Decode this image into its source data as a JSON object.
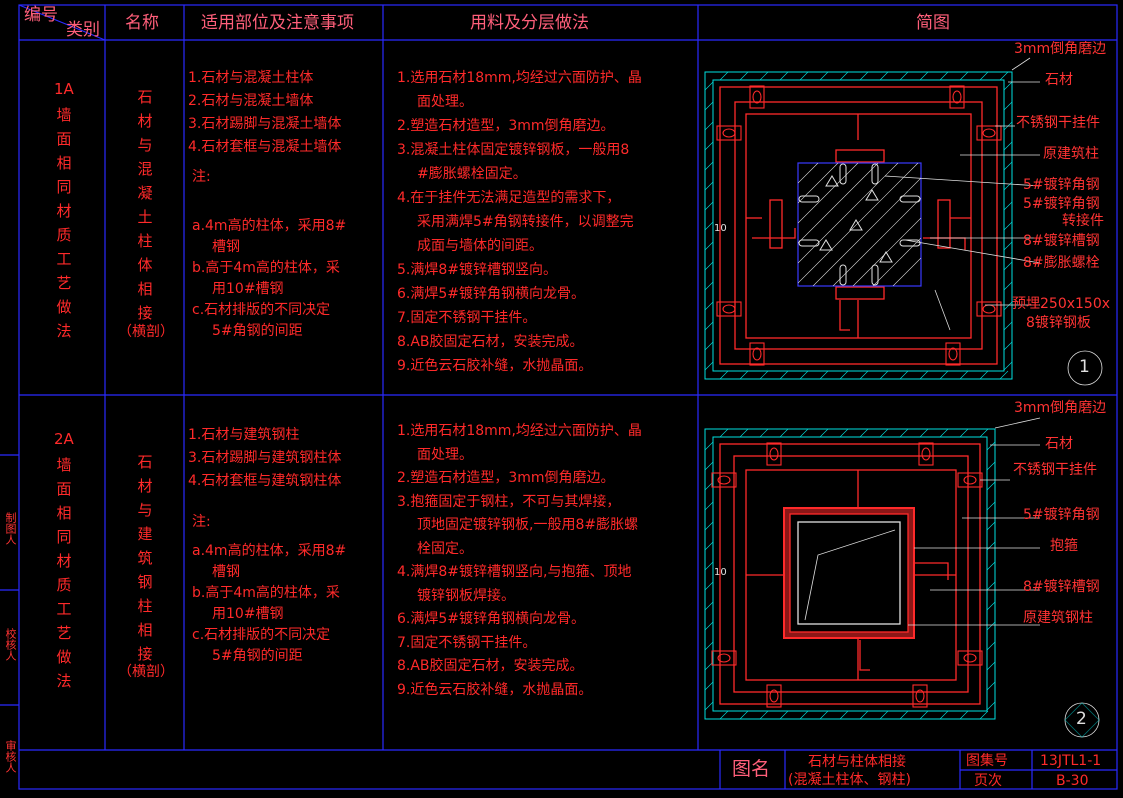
{
  "header": {
    "code_top": "编号",
    "code_bottom": "类别",
    "name": "名称",
    "scope": "适用部位及注意事项",
    "method": "用料及分层做法",
    "sketch": "简图"
  },
  "rows": [
    {
      "code": "1A",
      "category": [
        "墙",
        "面",
        "相",
        "同",
        "材",
        "质",
        "工",
        "艺",
        "做",
        "法"
      ],
      "name": [
        "石",
        "材",
        "与",
        "混",
        "凝",
        "土",
        "柱",
        "体",
        "相",
        "接"
      ],
      "name_note": "（横剖）",
      "scope": [
        "1.石材与混凝土柱体",
        "2.石材与混凝土墙体",
        "3.石材踢脚与混凝土墙体",
        "4.石材套框与混凝土墙体"
      ],
      "note_label": "注:",
      "notes": [
        "a.4m高的柱体，采用8#",
        "槽钢",
        "b.高于4m高的柱体，采",
        "用10#槽钢",
        "c.石材排版的不同决定",
        "5#角钢的间距"
      ],
      "steps": [
        "1.选用石材18mm,均经过六面防护、晶",
        "面处理。",
        "2.塑造石材造型，3mm倒角磨边。",
        "3.混凝土柱体固定镀锌钢板，一般用8",
        "#膨胀螺栓固定。",
        "4.在于挂件无法满足造型的需求下，",
        "采用满焊5#角钢转接件，以调整完",
        "成面与墙体的间距。",
        "5.满焊8#镀锌槽钢竖向。",
        "6.满焊5#镀锌角钢横向龙骨。",
        "7.固定不锈钢干挂件。",
        "8.AB胶固定石材，安装完成。",
        "9.近色云石胶补缝，水抛晶面。"
      ],
      "labels": [
        "3mm倒角磨边",
        "石材",
        "不锈钢干挂件",
        "原建筑柱",
        "5#镀锌角钢",
        "5#镀锌角钢",
        "转接件",
        "8#镀锌槽钢",
        "8#膨胀螺栓",
        "预埋250x150x",
        "8镀锌钢板"
      ],
      "dim": "10",
      "number": "1"
    },
    {
      "code": "2A",
      "category": [
        "墙",
        "面",
        "相",
        "同",
        "材",
        "质",
        "工",
        "艺",
        "做",
        "法"
      ],
      "name": [
        "石",
        "材",
        "与",
        "建",
        "筑",
        "钢",
        "柱",
        "相",
        "接"
      ],
      "name_note": "（横剖）",
      "scope": [
        "1.石材与建筑钢柱",
        "3.石材踢脚与建筑钢柱体",
        "4.石材套框与建筑钢柱体"
      ],
      "note_label": "注:",
      "notes": [
        "a.4m高的柱体，采用8#",
        "槽钢",
        "b.高于4m高的柱体，采",
        "用10#槽钢",
        "c.石材排版的不同决定",
        "5#角钢的间距"
      ],
      "steps": [
        "1.选用石材18mm,均经过六面防护、晶",
        "面处理。",
        "2.塑造石材造型，3mm倒角磨边。",
        "3.抱箍固定于钢柱，不可与其焊接，",
        "顶地固定镀锌钢板,一般用8#膨胀螺",
        "栓固定。",
        "4.满焊8#镀锌槽钢竖向,与抱箍、顶地",
        "镀锌钢板焊接。",
        "6.满焊5#镀锌角钢横向龙骨。",
        "7.固定不锈钢干挂件。",
        "8.AB胶固定石材，安装完成。",
        "9.近色云石胶补缝，水抛晶面。"
      ],
      "labels": [
        "3mm倒角磨边",
        "石材",
        "不锈钢干挂件",
        "5#镀锌角钢",
        "抱箍",
        "8#镀锌槽钢",
        "原建筑钢柱"
      ],
      "dim": "10",
      "number": "2"
    }
  ],
  "title_block": {
    "label": "图名",
    "title_line1": "石材与柱体相接",
    "title_line2": "(混凝土柱体、钢柱)",
    "atlas_label": "图集号",
    "atlas_value": "13JTL1-1",
    "page_label": "页次",
    "page_value": "B-30"
  },
  "side_tabs": [
    "制图人",
    "校核人",
    "审核人"
  ],
  "colors": {
    "frame": "#2a2aff",
    "text": "#ff2a2a",
    "drawing": "#ff2a2a",
    "hatch": "#00e0e0",
    "white": "#e0e0e0"
  }
}
